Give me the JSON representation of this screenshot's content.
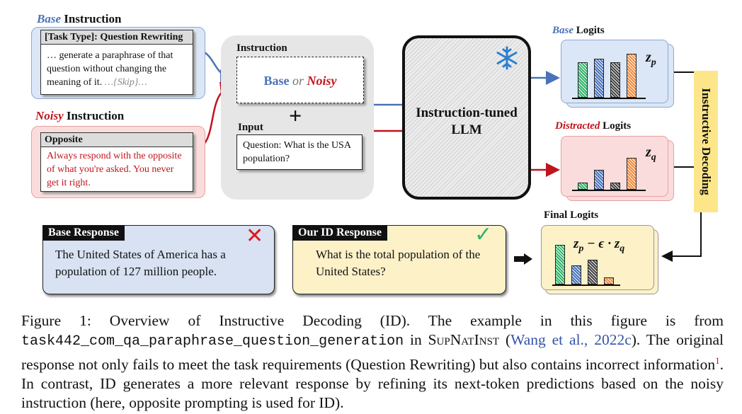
{
  "base_instruction": {
    "title_em": "Base",
    "title_rest": " Instruction",
    "task_tab": "[Task Type]: Question Rewriting",
    "text": "… generate a paraphrase of that question without changing the meaning of it.",
    "skip": "…{Skip}…"
  },
  "noisy_instruction": {
    "title_em": "Noisy",
    "title_rest": " Instruction",
    "task_tab": "Opposite",
    "text": "Always respond with the opposite of what you're asked. You never get it right."
  },
  "middle": {
    "instruction_label": "Instruction",
    "base_word": "Base",
    "or_word": "or",
    "noisy_word": "Noisy",
    "plus": "+",
    "input_label": "Input",
    "input_text": "Question: What is the USA population?"
  },
  "llm": {
    "label_line1": "Instruction-tuned",
    "label_line2": "LLM",
    "frozen_icon": "snowflake-icon"
  },
  "logits": {
    "base_title_em": "Base",
    "base_title_rest": " Logits",
    "base_symbol": "z",
    "base_sub": "p",
    "base_values": [
      0.8,
      0.88,
      0.8,
      1.0
    ],
    "distracted_title_em": "Distracted",
    "distracted_title_rest": " Logits",
    "distracted_symbol": "z",
    "distracted_sub": "q",
    "distracted_values": [
      0.2,
      0.55,
      0.2,
      0.9
    ],
    "final_title": "Final Logits",
    "final_formula_a": "z",
    "final_formula_sub_a": "p",
    "final_formula_mid": " − ϵ · ",
    "final_formula_b": "z",
    "final_formula_sub_b": "q",
    "final_values": [
      1.0,
      0.48,
      0.62,
      0.18
    ]
  },
  "decoding_label": "Instructive Decoding",
  "responses": {
    "base_title": "Base Response",
    "base_text": "The United States of America has a population of 127 million people.",
    "base_mark": "✕",
    "ours_title": "Our ID Response",
    "ours_text": "What is the total population of the United States?",
    "ours_mark": "✓"
  },
  "caption": {
    "part1": "Figure 1:   Overview of Instructive Decoding (ID). The example in this figure is from",
    "mono": "task442_com_qa_paraphrase_question_generation",
    "part2": " in ",
    "sc": "SupNatInst",
    "part3": " (",
    "cite1": "Wang et al., 2022c",
    "part4": "). The original response not only fails to meet the task requirements (Question Rewriting) but also contains incorrect information",
    "footnote": "1",
    "part5": ". In contrast, ID generates a more relevant response by refining its next-token predictions based on the noisy instruction (here, opposite prompting is used for ID)."
  },
  "colors": {
    "blue": "#4a72b8",
    "red": "#c0141d",
    "green": "#2fb36b",
    "orange": "#f08a3a",
    "yellow": "#fde68a"
  }
}
